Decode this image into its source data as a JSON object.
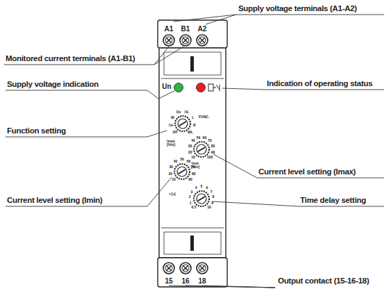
{
  "diagram": {
    "labels": [
      "Supply voltage terminals (A1-A2)",
      "A1",
      "B1",
      "A2",
      "Monitored current terminals (A1-B1)",
      "Supply voltage indication",
      "Indication of operating status",
      "Un",
      "FUNC.",
      "Function setting",
      "Current level setting (Imax)",
      "Current level setting (Imin)",
      "Time delay setting",
      "Output contact (15-16-18)",
      "15",
      "16",
      "18",
      "OF",
      "Uo",
      "W",
      "Ov",
      "UL",
      "L",
      "R",
      "WL",
      "Imax [%In]",
      "10",
      "20",
      "30",
      "40",
      "50",
      "60",
      "70",
      "80",
      "90",
      "100",
      "Imin [%In]",
      "10",
      "20",
      "30",
      "40",
      "50",
      "60",
      "70",
      "80",
      "90",
      "t [s]",
      "0.5",
      "1",
      "2",
      "3",
      "4",
      "5",
      "6",
      "7",
      "8",
      "9",
      "10"
    ]
  }
}
